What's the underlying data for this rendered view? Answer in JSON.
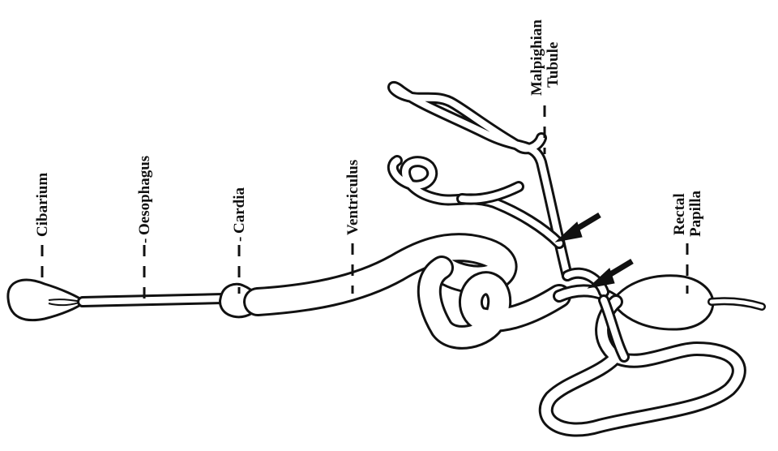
{
  "labels": {
    "cibarium": "Cibarium",
    "oesophagus": "Oesophagus",
    "cardia": "Cardia",
    "ventriculus": "Ventriculus",
    "malpighian_line1": "Malpighian",
    "malpighian_line2": "Tubule",
    "rectal_line1": "Rectal",
    "rectal_line2": "Papilla"
  },
  "colors": {
    "ink": "#111111",
    "background": "#ffffff"
  },
  "arrows": [
    "arrow-upper",
    "arrow-lower"
  ]
}
